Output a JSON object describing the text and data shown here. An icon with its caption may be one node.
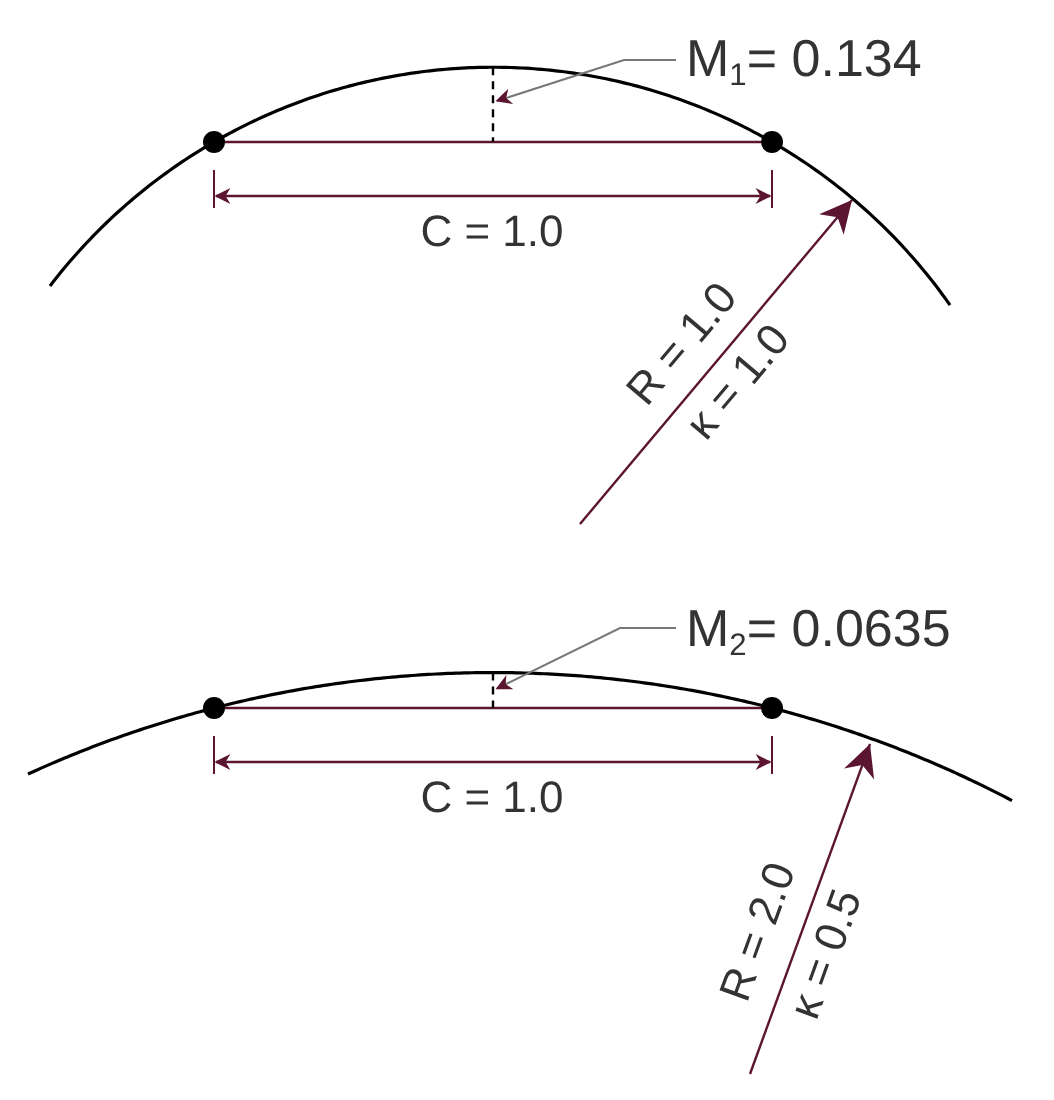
{
  "diagram": {
    "nodes": [
      {
        "text": [
          "M$_{1}$= 0.134"
        ]
      },
      {
        "text": [],
        "shape": "line"
      },
      {
        "text": [
          "M$_{2}$= 0.0635"
        ]
      },
      {
        "text": [],
        "shape": "line"
      }
    ],
    "edges": [
      {
        "from": 0,
        "to": 1,
        "arrow": "to"
      },
      {
        "from": 2,
        "to": 3,
        "arrow": "to"
      }
    ],
    "labels": [
      "C = 1.0",
      "R = 1.0",
      "κ = 1.0",
      "C = 1.0",
      "R = 2.0",
      "κ = 0.5"
    ]
  }
}
